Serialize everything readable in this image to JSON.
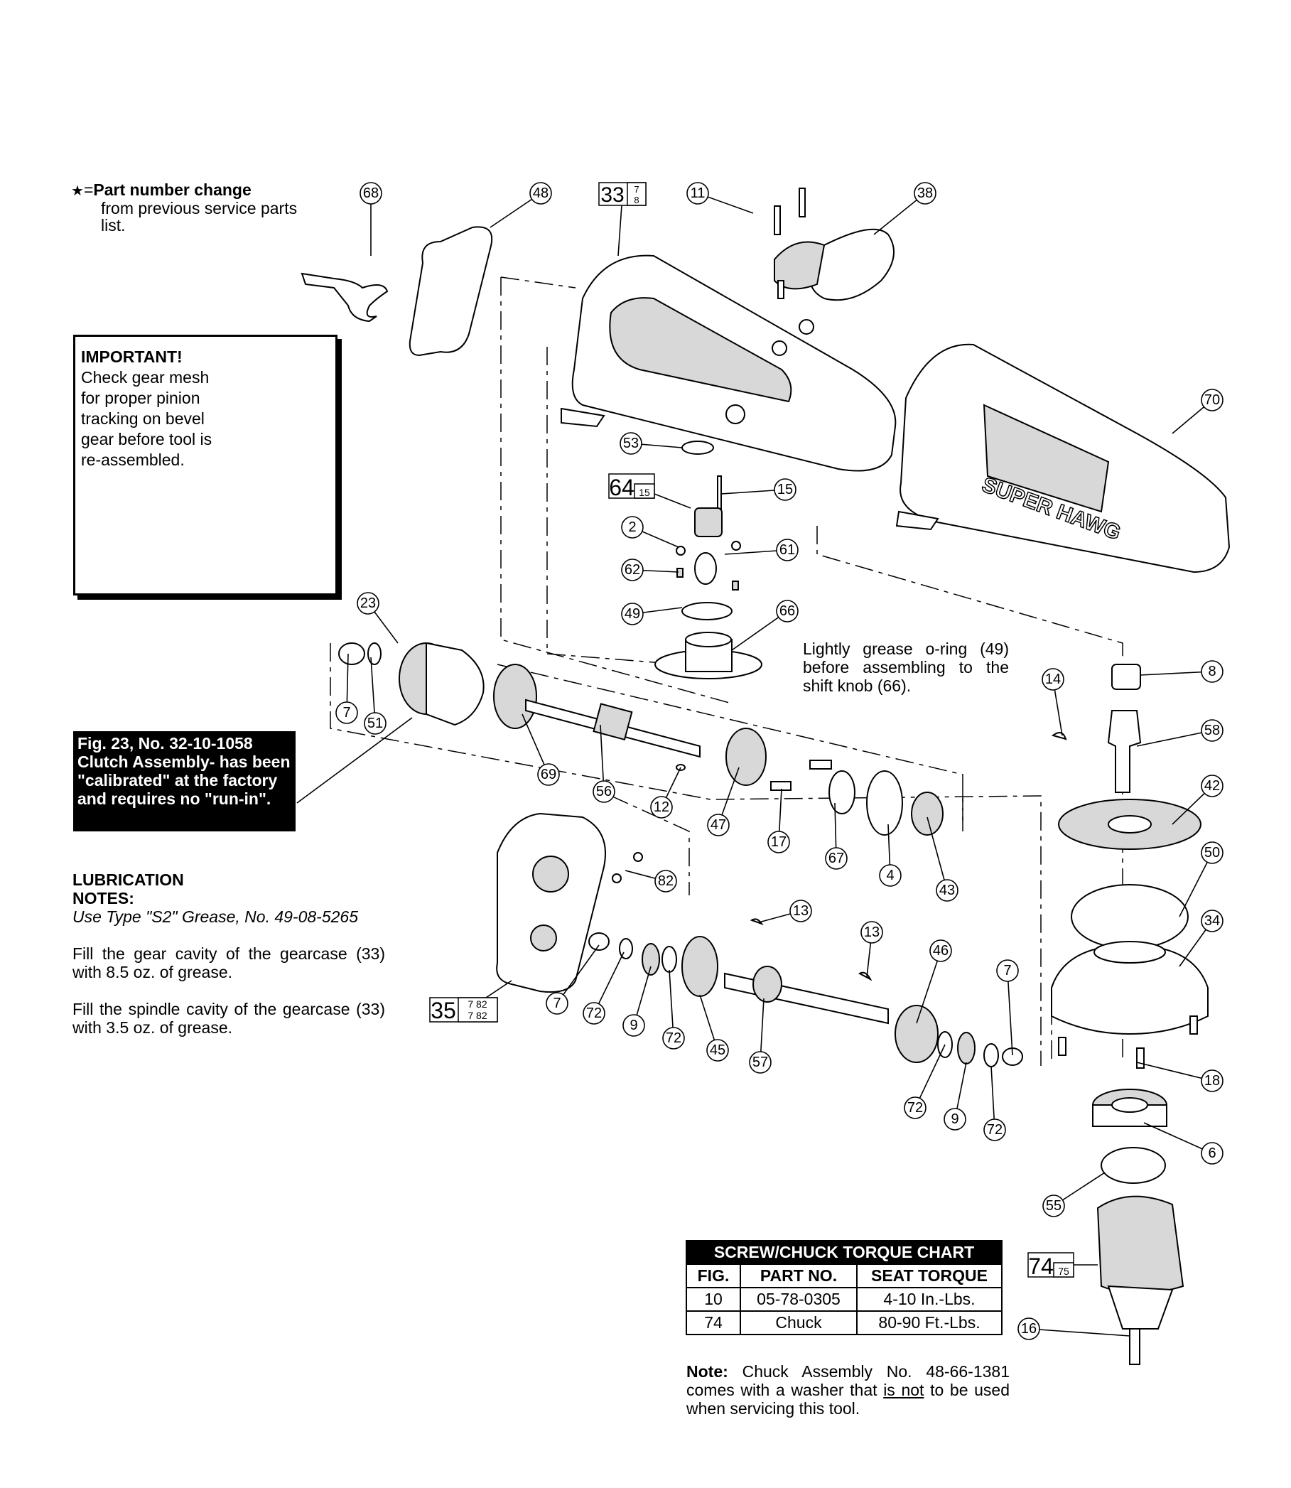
{
  "star_note": {
    "symbol": "★",
    "eq": "=",
    "bold": "Part number change",
    "rest": "from previous service parts list."
  },
  "important": {
    "title": "IMPORTANT!",
    "body": "Check gear mesh for proper pinion tracking on bevel gear before tool is re-assembled."
  },
  "clutch_note": "Fig. 23, No. 32-10-1058 Clutch Assembly- has been \"calibrated\" at the factory and requires no \"run-in\".",
  "lubrication": {
    "heading": "LUBRICATION NOTES:",
    "grease_type": "Use Type \"S2\" Grease, No. 49-08-5265",
    "gear_cavity": "Fill the gear cavity of the gearcase (33) with 8.5 oz. of grease.",
    "spindle_cavity": "Fill the spindle cavity of the gearcase (33) with 3.5 oz. of grease."
  },
  "grease_note": "Lightly grease o-ring (49) before assembling to the shift knob (66).",
  "fig_boxes": [
    {
      "main": "33",
      "top": "7",
      "bottom": "8"
    },
    {
      "main": "64",
      "top": "",
      "bottom": "15"
    },
    {
      "main": "35",
      "top": "7 82",
      "bottom": "7 82"
    },
    {
      "main": "74",
      "top": "",
      "bottom": "75"
    }
  ],
  "callouts": [
    "68",
    "48",
    "11",
    "38",
    "70",
    "53",
    "15",
    "2",
    "61",
    "62",
    "49",
    "66",
    "23",
    "7",
    "51",
    "69",
    "56",
    "12",
    "47",
    "17",
    "67",
    "4",
    "43",
    "8",
    "14",
    "58",
    "42",
    "50",
    "82",
    "13",
    "13",
    "46",
    "7",
    "34",
    "7",
    "72",
    "9",
    "72",
    "45",
    "57",
    "72",
    "9",
    "72",
    "18",
    "6",
    "55",
    "16"
  ],
  "torque_chart": {
    "caption": "SCREW/CHUCK TORQUE CHART",
    "headers": [
      "FIG.",
      "PART NO.",
      "SEAT TORQUE"
    ],
    "rows": [
      [
        "10",
        "05-78-0305",
        "4-10 In.-Lbs."
      ],
      [
        "74",
        "Chuck",
        "80-90 Ft.-Lbs."
      ]
    ]
  },
  "bottom_note": {
    "bold": "Note:",
    "pre": "Chuck Assembly No. 48-66-1381 comes with a washer that",
    "underlined": "is not",
    "post": "to be used when servicing this tool."
  },
  "logo_text": "SUPER HAWG"
}
